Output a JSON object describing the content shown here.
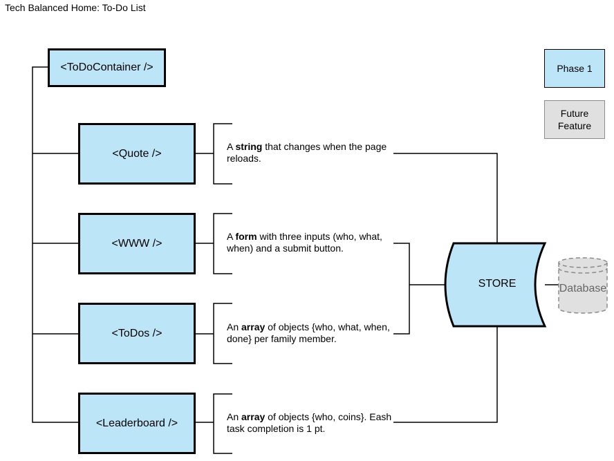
{
  "title": "Tech Balanced Home: To-Do List",
  "components": {
    "container": "<ToDoContainer />",
    "quote": "<Quote />",
    "www": "<WWW />",
    "todos": "<ToDos />",
    "leaderboard": "<Leaderboard />"
  },
  "descriptions": {
    "quote": {
      "pre": "A ",
      "bold": "string",
      "post": " that changes when the page reloads."
    },
    "www": {
      "pre": "A ",
      "bold": "form",
      "post": " with three inputs (who, what, when) and a submit button."
    },
    "todos": {
      "pre": "An ",
      "bold": "array",
      "post": " of objects {who, what, when, done} per family member."
    },
    "leaderboard": {
      "pre": "An ",
      "bold": "array",
      "post": " of objects {who, coins}. Eash task completion is 1 pt."
    }
  },
  "store": "STORE",
  "database": "Database",
  "legend": {
    "phase1": "Phase 1",
    "future": "Future Feature"
  },
  "colors": {
    "phase1_fill": "#bde5f8",
    "future_fill": "#e0e0e0",
    "stroke": "#000000"
  }
}
